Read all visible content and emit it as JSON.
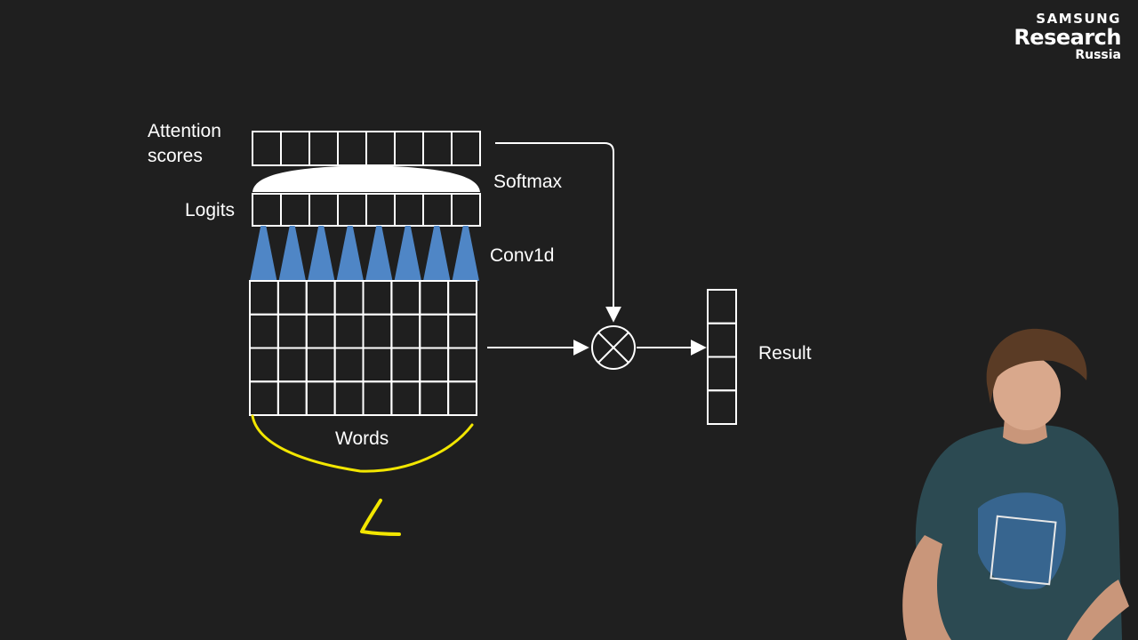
{
  "labels": {
    "attention_line1": "Attention",
    "attention_line2": "scores",
    "logits": "Logits",
    "softmax": "Softmax",
    "conv": "Conv1d",
    "result": "Result",
    "words": "Words"
  },
  "logo": {
    "line1": "SAMSUNG",
    "line2": "Research",
    "line3": "Russia"
  },
  "grid": {
    "score_cells": 8,
    "logit_cells": 8,
    "conv_kernels": 8,
    "word_columns": 8,
    "embedding_rows": 4,
    "result_cells": 4
  },
  "handwritten_mark": "L",
  "colors": {
    "background": "#1f1f1f",
    "lines": "#ffffff",
    "conv_fill": "#4f86c6",
    "conv_label": "#7fb2e8",
    "annotation": "#f2e600"
  },
  "icons": [
    "multiply-circle-icon",
    "arrow-icon"
  ]
}
